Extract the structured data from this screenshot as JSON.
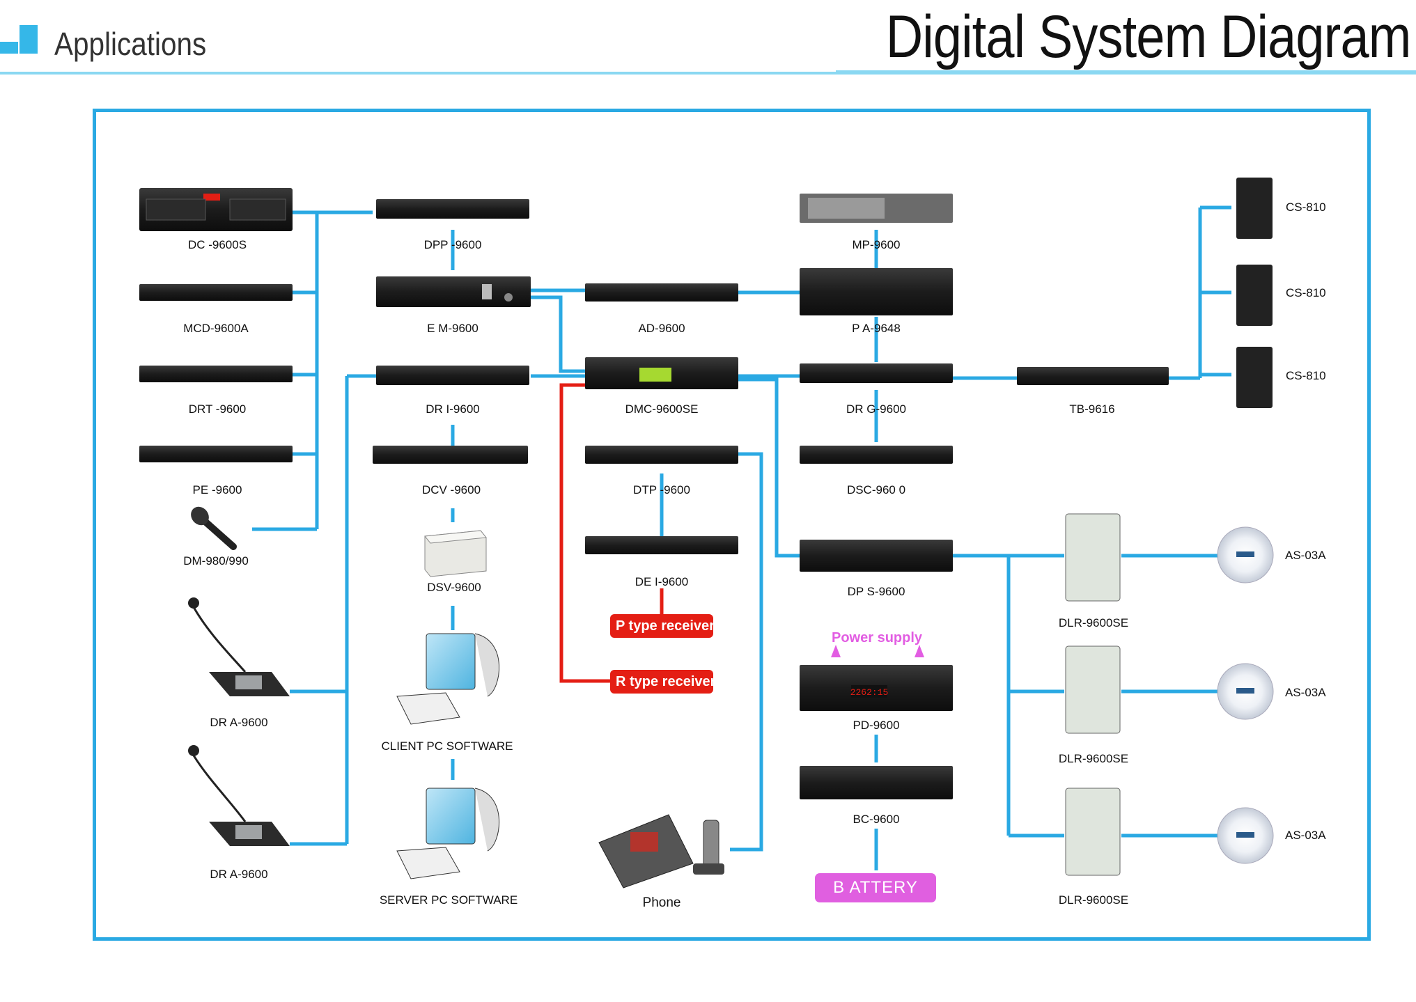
{
  "header": {
    "section": "Applications",
    "title": "Digital System Diagram"
  },
  "colors": {
    "line": "#2aa9e3",
    "red_line": "#e41e14",
    "power": "#e25de2",
    "device": "#1b1b1b"
  },
  "devices": {
    "dc9600s": "DC -9600S",
    "mcd9600a": "MCD-9600A",
    "drt9600": "DRT -9600",
    "pe9600": "PE -9600",
    "dm980": "DM-980/990",
    "dra9600_1": "DR A-9600",
    "dra9600_2": "DR A-9600",
    "dpp9600": "DPP -9600",
    "em9600": "E M-9600",
    "dri9600": "DR I-9600",
    "dcv9600": "DCV -9600",
    "dsv9600": "DSV-9600",
    "client_pc": "CLIENT PC SOFTWARE",
    "server_pc": "SERVER PC SOFTWARE",
    "ad9600": "AD-9600",
    "dmc9600se": "DMC-9600SE",
    "dtp9600": "DTP -9600",
    "dei9600": "DE I-9600",
    "phone": "Phone",
    "mp9600": "MP-9600",
    "pa9648": "P A-9648",
    "drg9600": "DR G-9600",
    "dsc9600": "DSC-960 0",
    "dps9600": "DP S-9600",
    "pd9600": "PD-9600",
    "bc9600": "BC-9600",
    "tb9616": "TB-9616",
    "cs810_1": "CS-810",
    "cs810_2": "CS-810",
    "cs810_3": "CS-810",
    "dlr1": "DLR-9600SE",
    "dlr2": "DLR-9600SE",
    "dlr3": "DLR-9600SE",
    "as1": "AS-03A",
    "as2": "AS-03A",
    "as3": "AS-03A"
  },
  "receivers": {
    "p_type": "P type  receiver",
    "r_type": "R type  receiver"
  },
  "power_supply": "Power supply",
  "battery": "B ATTERY",
  "pd_display": "2262:15"
}
